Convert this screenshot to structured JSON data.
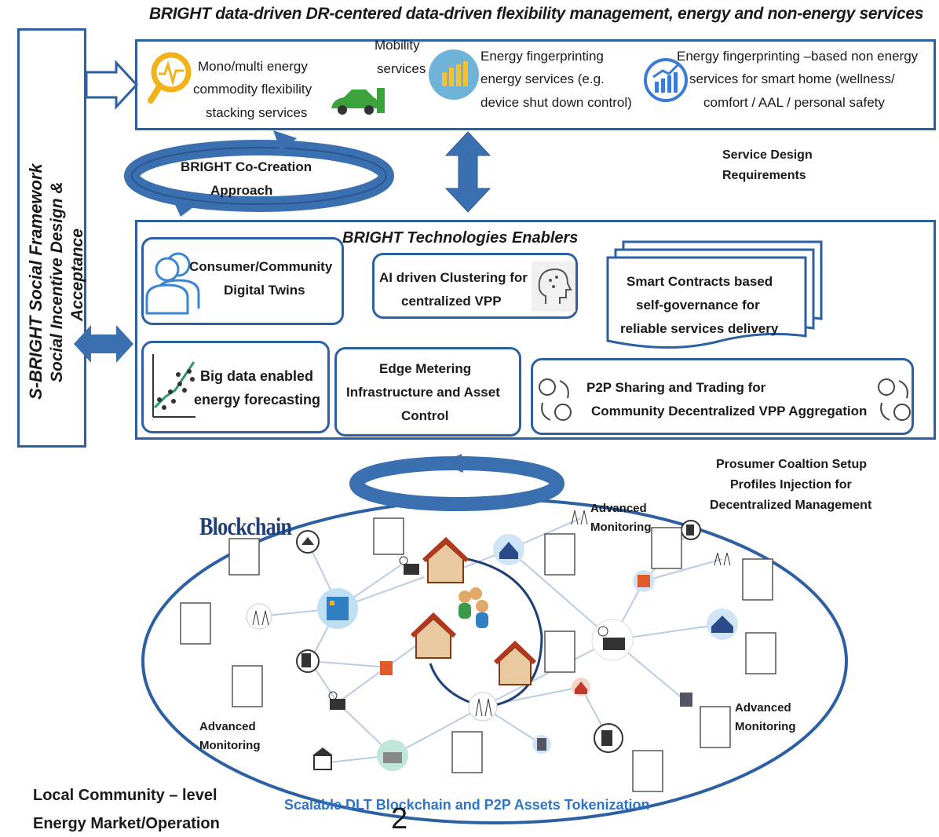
{
  "title": "BRIGHT data-driven DR-centered  data-driven  flexibility management,  energy and non-energy services",
  "side_framework": {
    "title": "S-BRIGHT  Social Framework",
    "subtitle_line1": "Social Incentive Design &",
    "subtitle_line2": "Acceptance"
  },
  "services": {
    "flex_line1": "Mono/multi energy",
    "flex_line2": "commodity  flexibility",
    "flex_line3": "stacking services",
    "mobility_line1": "Mobility",
    "mobility_line2": "services",
    "fp_line1": "Energy fingerprinting",
    "fp_line2": "energy services (e.g.",
    "fp_line3": "device shut down control)",
    "nonenergy_line1": "Energy fingerprinting –based non energy",
    "nonenergy_line2": "services for  smart home  (wellness/",
    "nonenergy_line3": "comfort / AAL / personal safety"
  },
  "cocreation": {
    "line1": "BRIGHT Co-Creation",
    "line2": "Approach"
  },
  "service_design": {
    "line1": "Service Design",
    "line2": "Requirements"
  },
  "enablers": {
    "title": "BRIGHT Technologies Enablers",
    "twins_line1": "Consumer/Community",
    "twins_line2": "Digital Twins",
    "ai_line1": "AI driven Clustering for",
    "ai_line2": "centralized VPP",
    "smart_line1": "Smart Contracts based",
    "smart_line2": "self-governance for",
    "smart_line3": "reliable services delivery",
    "bigdata_line1": "Big data enabled",
    "bigdata_line2": "energy forecasting",
    "edge_line1": "Edge Metering",
    "edge_line2": "Infrastructure and  Asset",
    "edge_line3": "Control",
    "p2p_line1": "P2P Sharing and Trading for",
    "p2p_line2": "Community Decentralized VPP  Aggregation"
  },
  "prosumer": {
    "line1": "Prosumer Coaltion  Setup",
    "line2": "Profiles Injection for",
    "line3": "Decentralized Management"
  },
  "network": {
    "blockchain_label": "Blockchain",
    "advanced_line1": "Advanced",
    "advanced_line2": "Monitoring",
    "caption": "Scalable DLT Blockchain and P2P Assets Tokenization"
  },
  "market": {
    "line1": "Local Community – level",
    "line2": "Energy Market/Operation"
  },
  "page_number": "2",
  "colors": {
    "frame_blue": "#2d5fa3",
    "arrow_blue": "#3a6fb0",
    "dark_blue": "#1f3f7a",
    "caption_blue": "#2e75c8"
  }
}
